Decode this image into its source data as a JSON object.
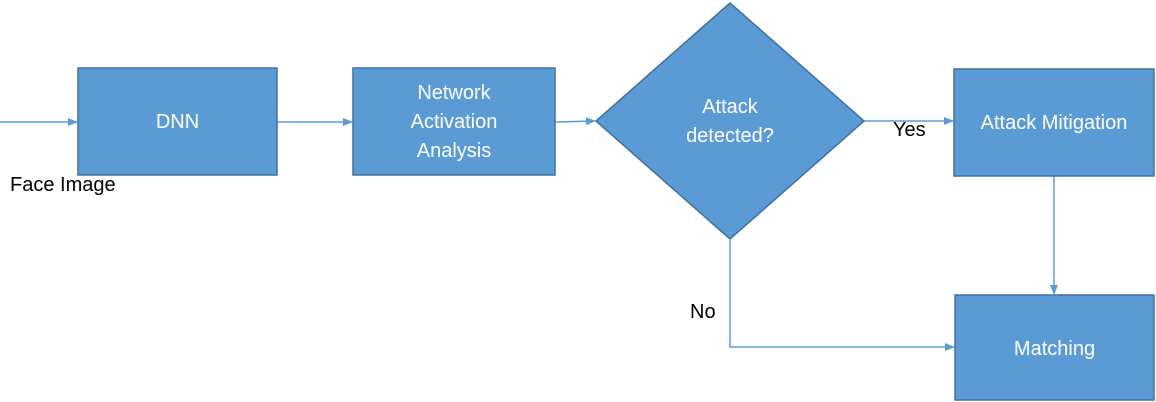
{
  "colors": {
    "shape_fill": "#5B9BD5",
    "shape_stroke": "#41719C",
    "connector": "#5B9BD5",
    "shape_text": "#FFFFFF",
    "label_text": "#000000"
  },
  "nodes": {
    "dnn": {
      "label": "DNN"
    },
    "network_activation": {
      "lines": [
        "Network",
        "Activation",
        "Analysis"
      ]
    },
    "attack_detected": {
      "lines": [
        "Attack",
        "detected?"
      ]
    },
    "attack_mitigation": {
      "label": "Attack Mitigation"
    },
    "matching": {
      "label": "Matching"
    }
  },
  "labels": {
    "input": "Face Image",
    "yes": "Yes",
    "no": "No"
  }
}
